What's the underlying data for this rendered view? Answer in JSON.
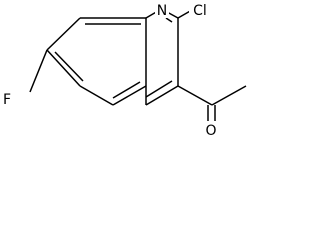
{
  "atoms": {
    "nitrogen": "N",
    "chlorine": "Cl",
    "fluorine": "F",
    "oxygen": "O"
  },
  "colors": {
    "ink": "#000000",
    "background": "#ffffff"
  }
}
